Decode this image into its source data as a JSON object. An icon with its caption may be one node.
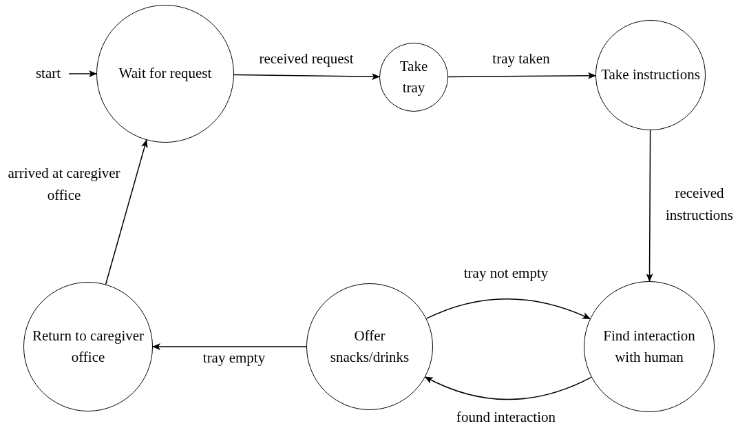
{
  "diagram": {
    "nodes": [
      {
        "text": [
          "start"
        ]
      },
      {
        "text": [
          "Wait for request"
        ]
      },
      {
        "text": [
          "Take tray"
        ]
      },
      {
        "text": [
          "Take instructions"
        ]
      },
      {
        "text": [
          "Find interaction with human"
        ]
      },
      {
        "text": [
          "Offer snacks/drinks"
        ]
      },
      {
        "text": [
          "Return to caregiver office"
        ]
      }
    ],
    "edges": [
      {
        "from": 0,
        "to": 1,
        "arrow": "to"
      },
      {
        "from": 1,
        "to": 2,
        "arrow": "to",
        "label": "received request"
      },
      {
        "from": 2,
        "to": 3,
        "arrow": "to",
        "label": "tray taken"
      },
      {
        "from": 3,
        "to": 4,
        "arrow": "to",
        "label": "received instructions"
      },
      {
        "from": 5,
        "to": 4,
        "arrow": "to",
        "label": "tray not empty"
      },
      {
        "from": 4,
        "to": 5,
        "arrow": "to",
        "label": "found interaction"
      },
      {
        "from": 5,
        "to": 6,
        "arrow": "to",
        "label": "tray empty"
      },
      {
        "from": 6,
        "to": 1,
        "arrow": "to",
        "label": "arrived at caregiver office"
      }
    ]
  }
}
